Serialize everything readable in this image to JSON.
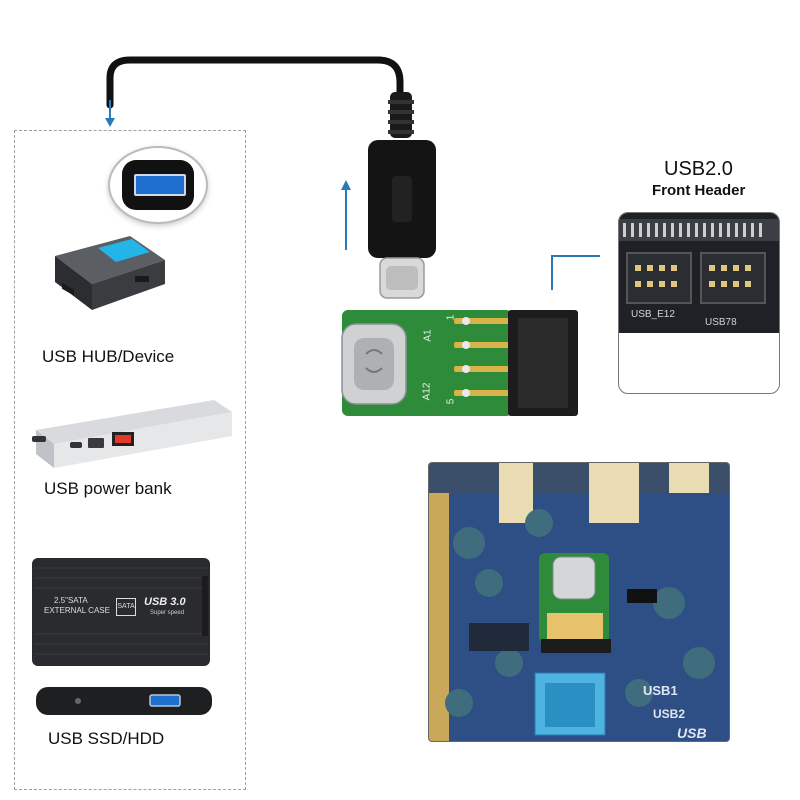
{
  "left_panel": {
    "items": [
      {
        "label": "USB HUB/Device"
      },
      {
        "label": "USB power bank"
      },
      {
        "label": "USB SSD/HDD"
      }
    ],
    "ssd_case_text": {
      "line1": "2.5\"SATA",
      "line2": "EXTERNAL CASE",
      "brand": "USB 3.0",
      "sub": "Super speed"
    }
  },
  "header": {
    "title_line1": "USB2.0",
    "title_line2": "Front Header",
    "pin_labels": [
      "USB_E12",
      "USB78"
    ]
  },
  "adapter": {
    "labels": [
      "A1",
      "A12",
      "1",
      "5"
    ]
  },
  "motherboard": {
    "labels": [
      "USB1",
      "USB2",
      "USB"
    ]
  },
  "colors": {
    "arrow": "#2a7ab8",
    "pcb": "#2e8b3a",
    "header_black": "#1c1c1c",
    "motherboard_blue": "#2d4f86"
  }
}
